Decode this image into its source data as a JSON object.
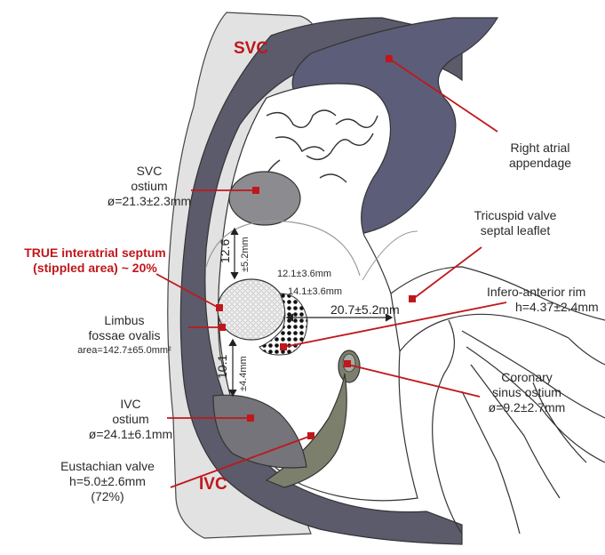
{
  "diagram": {
    "structures": {
      "svc": "SVC",
      "ivc": "IVC"
    },
    "labels": {
      "right_atrial_appendage": [
        "Right atrial",
        "appendage"
      ],
      "svc_ostium": [
        "SVC",
        "ostium",
        "ø=21.3±2.3mm"
      ],
      "tricuspid": [
        "Tricuspid valve",
        "septal leaflet"
      ],
      "true_septum": [
        "TRUE interatrial septum",
        "(stippled area) ~ 20%"
      ],
      "limbus": [
        "Limbus",
        "fossae ovalis",
        "area=142.7±65.0mm²"
      ],
      "infero_anterior": [
        "Infero-anterior rim",
        "h=4.37±2.4mm"
      ],
      "coronary_sinus": [
        "Coronary",
        "sinus ostium",
        "ø=9.2±2.7mm"
      ],
      "ivc_ostium": [
        "IVC",
        "ostium",
        "ø=24.1±6.1mm"
      ],
      "eustachian": [
        "Eustachian valve",
        "h=5.0±2.6mm",
        "(72%)"
      ]
    },
    "measurements": {
      "upper_rim_value": "12.6",
      "upper_rim_sd": "±5.2mm",
      "fo_width": "12.1±3.6mm",
      "fo_height": "14.1±3.6mm",
      "anterior_rim": "20.7±5.2mm",
      "lower_rim_value": "10.1",
      "lower_rim_sd": "±4.4mm"
    },
    "colors": {
      "dark_wall": "#5b5b6b",
      "appendage": "#5c5d78",
      "svc_ivc_tube": "#e2e2e2",
      "svc_ostium_fill": "#8c8c90",
      "ivc_ostium_fill": "#74747a",
      "eustachian_fill": "#7d7f6d",
      "leader_red": "#c0171c"
    }
  }
}
